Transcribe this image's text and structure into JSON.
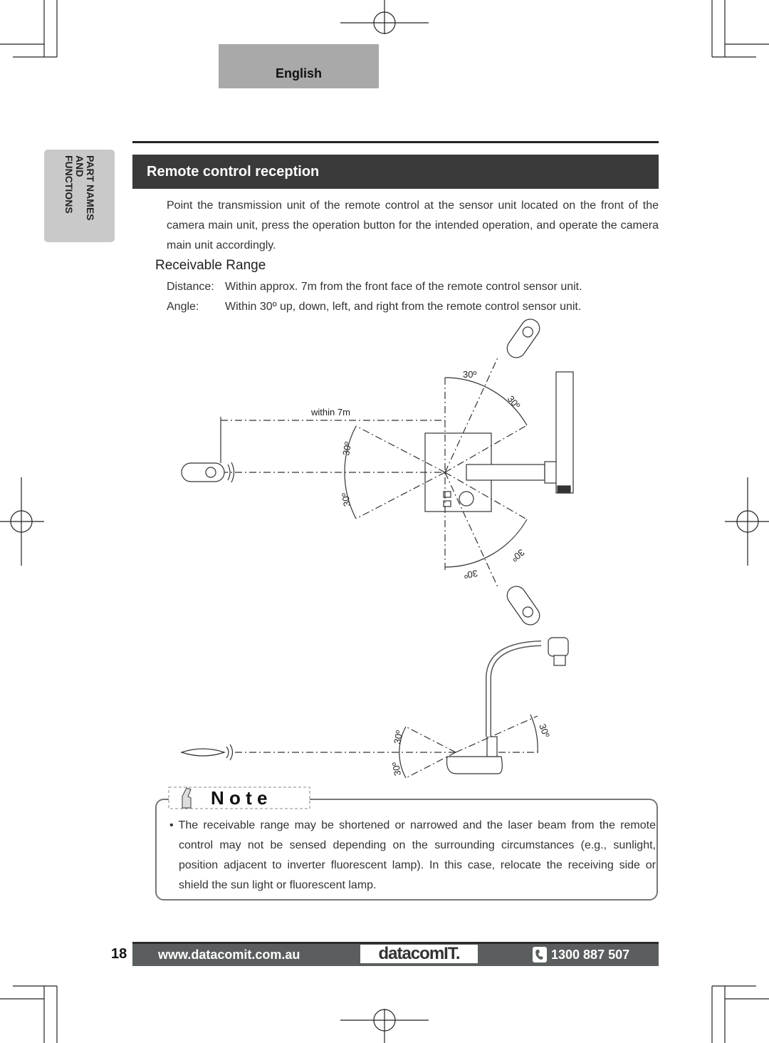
{
  "header": {
    "language_tab": "English"
  },
  "side_tab": {
    "label": "PART NAMES\nAND\nFUNCTIONS"
  },
  "section": {
    "title": "Remote control reception",
    "intro": "Point the transmission unit of the remote control at the sensor unit located on the front of the camera main unit, press the operation button for the intended operation, and operate the camera main unit accordingly."
  },
  "receivable_range": {
    "heading": "Receivable Range",
    "distance_label": "Distance:",
    "distance_text": "Within approx. 7m from the front face of the remote control sensor unit.",
    "angle_label": "Angle:",
    "angle_text": "Within 30º up, down, left, and right from the remote control sensor unit."
  },
  "diagram": {
    "distance_label": "within 7m",
    "angle_label": "30º"
  },
  "note": {
    "title": "N o t e",
    "bullet": "• The receivable range may be shortened or narrowed and the laser beam from the remote control may not be sensed depending on the surrounding circumstances (e.g., sunlight, position adjacent to inverter fluorescent lamp). In this case, relocate the receiving side or shield the sun light or fluorescent lamp."
  },
  "footer": {
    "page_number": "18",
    "url": "www.datacomit.com.au",
    "logo": "datacomIT.",
    "phone": "1300 887 507"
  },
  "colors": {
    "section_bar": "#3a3a3a",
    "footer_bar": "#5a5e5f",
    "language_tab": "#a9a9a9",
    "side_tab": "#c9c9c9"
  }
}
